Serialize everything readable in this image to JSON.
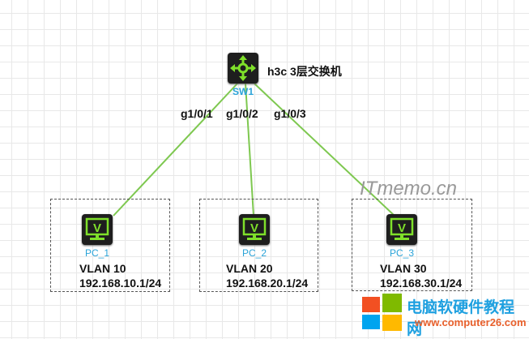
{
  "switch": {
    "name": "SW1",
    "title": "h3c 3层交换机",
    "icon": "l3-switch-icon"
  },
  "ports": [
    "g1/0/1",
    "g1/0/2",
    "g1/0/3"
  ],
  "pcs": [
    {
      "name": "PC_1",
      "vlan": "VLAN 10",
      "ip": "192.168.10.1/24"
    },
    {
      "name": "PC_2",
      "vlan": "VLAN 20",
      "ip": "192.168.20.1/24"
    },
    {
      "name": "PC_3",
      "vlan": "VLAN 30",
      "ip": "192.168.30.1/24"
    }
  ],
  "watermark": "ITmemo.cn",
  "logo": {
    "title": "电脑软硬件教程网",
    "url": "www.computer26.com"
  },
  "colors": {
    "link": "#7ec850",
    "icon": "#7fe02a",
    "label": "#2aa3d8"
  }
}
